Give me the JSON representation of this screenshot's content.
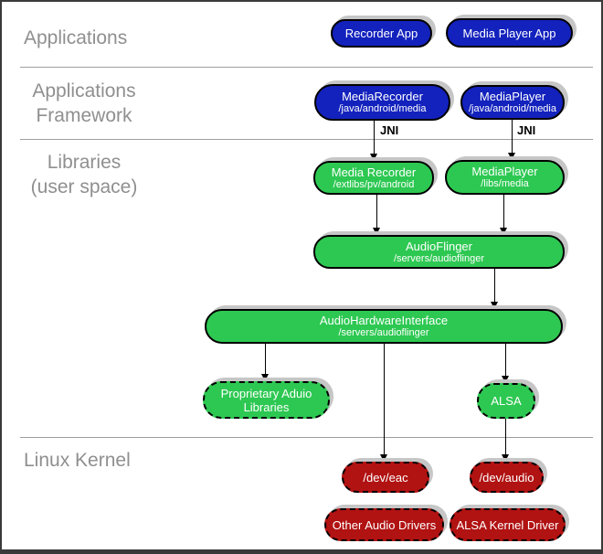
{
  "layers": {
    "applications": {
      "label": "Applications"
    },
    "framework": {
      "label": "Applications\nFramework"
    },
    "libraries": {
      "label": "Libraries\n(user space)"
    },
    "kernel": {
      "label": "Linux Kernel"
    }
  },
  "connections": {
    "jni": "JNI"
  },
  "nodes": {
    "recorder_app": {
      "title": "Recorder App"
    },
    "media_player_app": {
      "title": "Media Player App"
    },
    "media_recorder_fw": {
      "title": "MediaRecorder",
      "subtitle": "/java/android/media"
    },
    "media_player_fw": {
      "title": "MediaPlayer",
      "subtitle": "/java/android/media"
    },
    "media_recorder_lib": {
      "title": "Media Recorder",
      "subtitle": "/extlibs/pv/android"
    },
    "media_player_lib": {
      "title": "MediaPlayer",
      "subtitle": "/libs/media"
    },
    "audio_flinger": {
      "title": "AudioFlinger",
      "subtitle": "/servers/audioflinger"
    },
    "audio_hw_interface": {
      "title": "AudioHardwareInterface",
      "subtitle": "/servers/audioflinger"
    },
    "proprietary_audio": {
      "title": "Proprietary Aduio\nLibraries"
    },
    "alsa": {
      "title": "ALSA"
    },
    "dev_eac": {
      "title": "/dev/eac"
    },
    "dev_audio": {
      "title": "/dev/audio"
    },
    "other_audio_drivers": {
      "title": "Other Audio Drivers"
    },
    "alsa_kernel_driver": {
      "title": "ALSA Kernel Driver"
    }
  },
  "colors": {
    "app_blue": "#1322bd",
    "lib_green": "#2dc852",
    "kernel_red": "#b11212",
    "shadow_gray": "#c6c6c6",
    "label_gray": "#8f8f8f"
  }
}
